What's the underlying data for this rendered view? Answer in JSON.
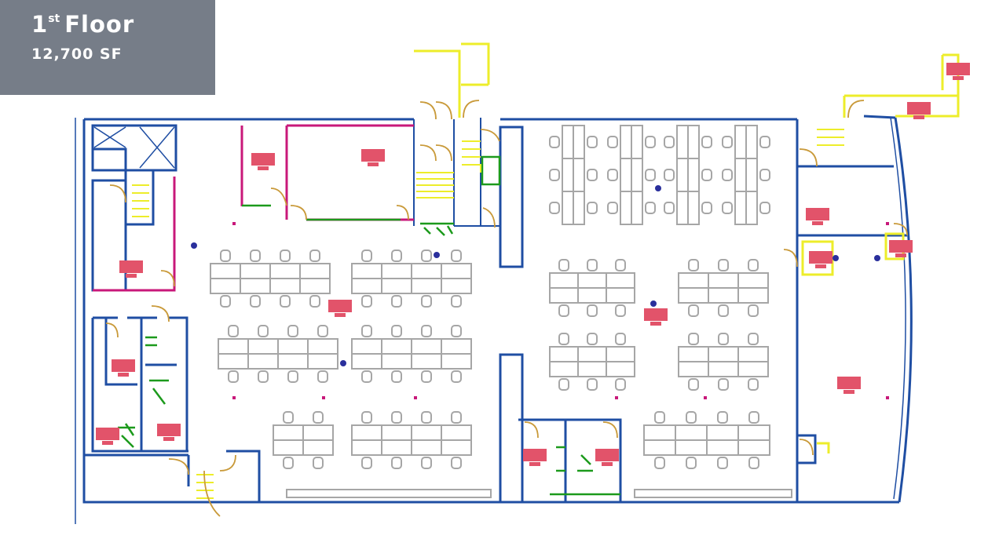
{
  "header": {
    "floor_number": "1",
    "floor_suffix": "st",
    "floor_word": "Floor",
    "area": "12,700 SF"
  },
  "colors": {
    "badge_bg": "#767d88",
    "badge_text": "#ffffff",
    "walls": "#1f4ea3",
    "furniture": "#a6a6a6",
    "core_yellow": "#eded2a",
    "magenta_walls": "#c8187a",
    "green_fixtures": "#1c9a1c",
    "room_labels": "#e2536a",
    "markers": "#2a2f9c"
  }
}
